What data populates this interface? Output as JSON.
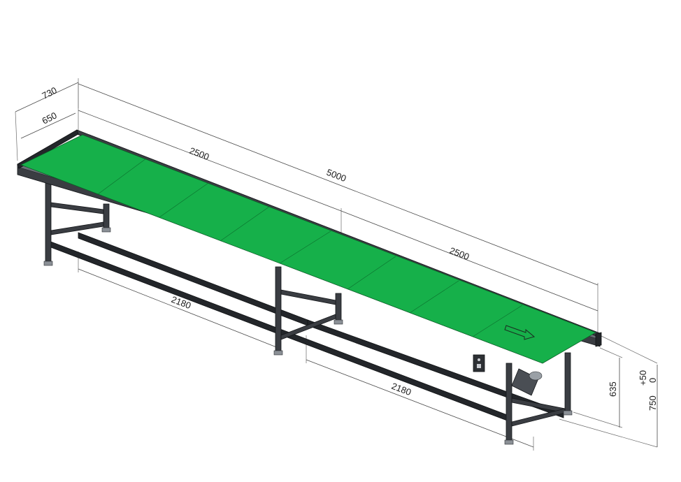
{
  "drawing": {
    "subject": "",
    "dimensions": {
      "total_width": "730",
      "belt_width": "650",
      "section_length_left": "2500",
      "section_length_right": "2500",
      "total_length": "5000",
      "leg_span_left": "2180",
      "leg_span_right": "2180",
      "leg_height": "635",
      "height_tolerance": "+50\n 0",
      "height_tolerance_upper": "+50",
      "height_tolerance_lower": "0",
      "total_height": "750"
    },
    "colors": {
      "belt": "#16b04a",
      "frame": "#3a3d42",
      "background": "#ffffff"
    },
    "direction_indicator": "arrow-right-icon",
    "motor_control": "control-box-icon"
  }
}
